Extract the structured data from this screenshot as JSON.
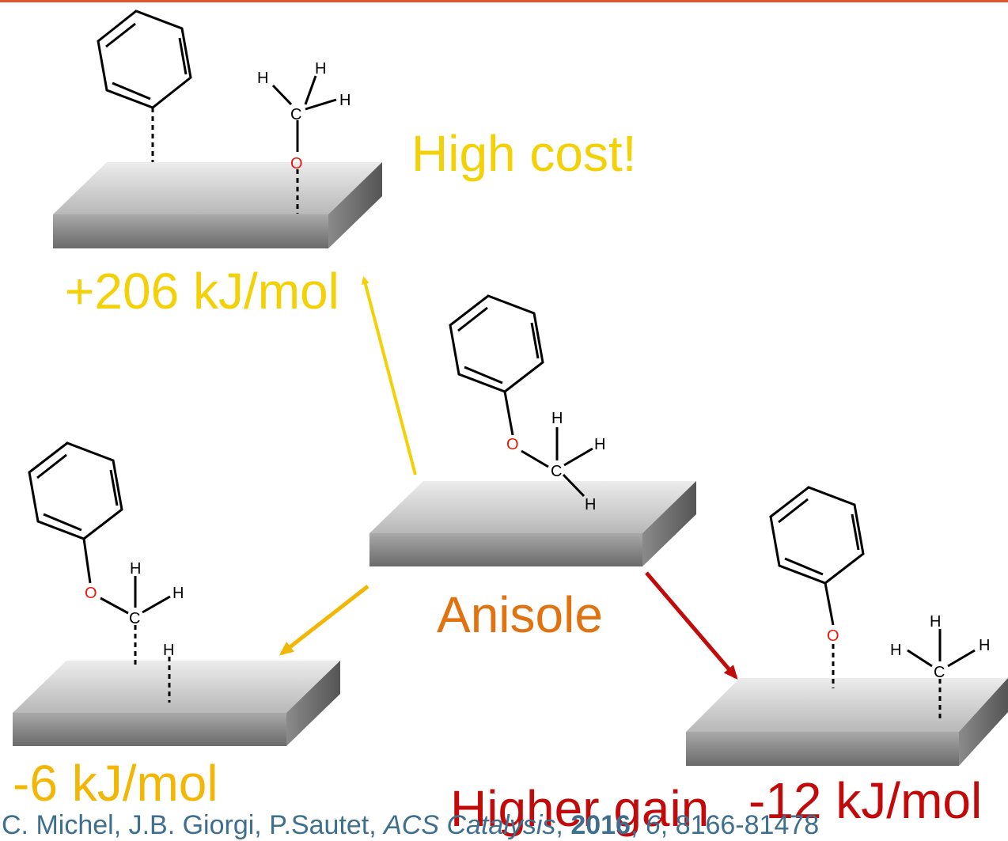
{
  "labels": {
    "high_cost": "High cost!",
    "top_energy": "+206 kJ/mol",
    "anisole": "Anisole",
    "left_energy": "-6 kJ/mol",
    "higher_gain": "Higher gain",
    "right_energy": "-12 kJ/mol"
  },
  "atoms": {
    "hydrogen": "H",
    "carbon": "C",
    "oxygen": "O"
  },
  "citation": {
    "authors": "C. Michel, J.B. Giorgi, P.Sautet, ",
    "journal": "ACS Catalysis",
    "sep1": ", ",
    "year": "2016",
    "sep2": ", ",
    "volume": "6",
    "pages": ", 8166-81478"
  },
  "colors": {
    "accent_rule": "#e2542b",
    "yellow": "#f2d106",
    "amber": "#f2b705",
    "orange": "#e0720f",
    "red": "#c20a0a",
    "oxygen": "#e8190b",
    "citation": "#3f6f8f"
  }
}
